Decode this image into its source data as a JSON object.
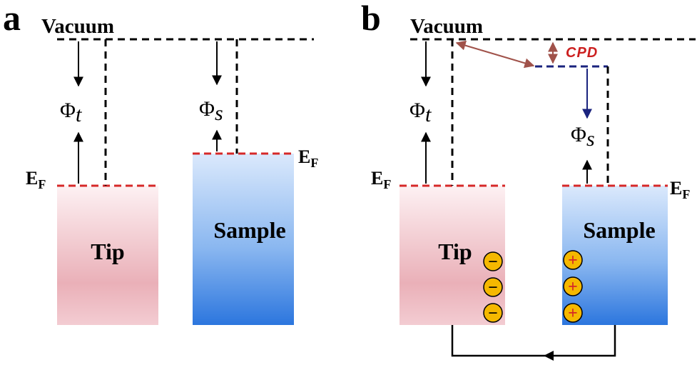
{
  "panel_a": {
    "label": "a",
    "vacuum": "Vacuum",
    "phi_t": {
      "sym": "Φ",
      "sub": "t"
    },
    "phi_s": {
      "sym": "Φ",
      "sub": "s"
    },
    "ef_tip": {
      "main": "E",
      "sub": "F"
    },
    "ef_sample": {
      "main": "E",
      "sub": "F"
    },
    "tip": "Tip",
    "sample": "Sample"
  },
  "panel_b": {
    "label": "b",
    "vacuum": "Vacuum",
    "cpd": "CPD",
    "phi_t": {
      "sym": "Φ",
      "sub": "t"
    },
    "phi_s": {
      "sym": "Φ",
      "sub": "s"
    },
    "ef_tip": {
      "main": "E",
      "sub": "F"
    },
    "ef_sample": {
      "main": "E",
      "sub": "F"
    },
    "tip": "Tip",
    "sample": "Sample",
    "minus": "−",
    "plus": "+"
  },
  "colors": {
    "fermi_line": "#d62828",
    "cpd_text": "#cc1f1f",
    "cpd_arrow": "#a0524a",
    "shifted_vacuum": "#1a237e",
    "charge_fill": "#f5b800",
    "tip_gradient": [
      "#fdeef0",
      "#e9a7b0"
    ],
    "sample_gradient": [
      "#d6e6fb",
      "#2f78dc"
    ]
  }
}
